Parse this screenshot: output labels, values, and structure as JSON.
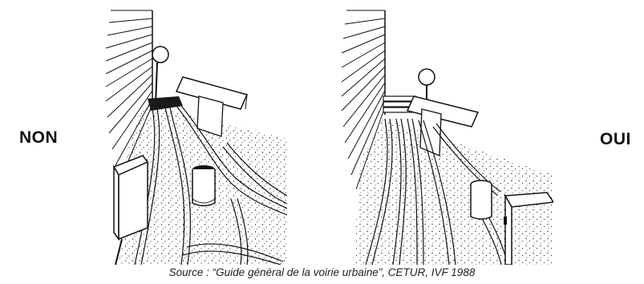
{
  "labels": {
    "left": "NON",
    "right": "OUI"
  },
  "source": "Source : “Guide général de la voirie urbaine”, CETUR, IVF 1988",
  "icons": {
    "left_illustration": "sidewalk-cluttered-illustration-icon",
    "right_illustration": "sidewalk-aligned-illustration-icon"
  },
  "colors": {
    "ink": "#111111",
    "paper": "#ffffff"
  }
}
